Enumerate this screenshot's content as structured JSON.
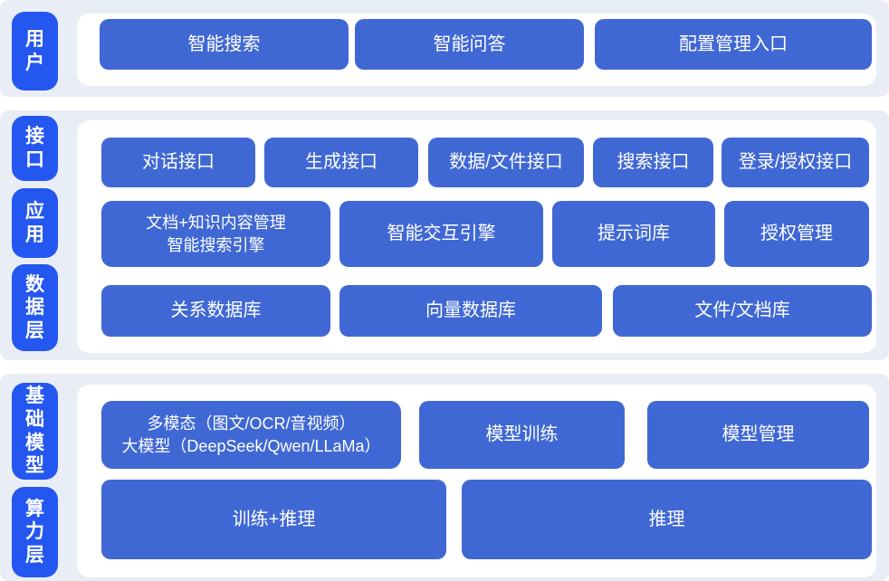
{
  "colors": {
    "section_band": "#e9edf5",
    "panel_white": "#ffffff",
    "node_blue": "#4068d4",
    "layer_label_blue": "#2457f0",
    "text_white": "#ffffff"
  },
  "layers": {
    "user": {
      "label": "用户",
      "nodes": {
        "smart_search": "智能搜索",
        "smart_qa": "智能问答",
        "config_entry": "配置管理入口"
      }
    },
    "interface": {
      "label": "接口",
      "nodes": {
        "dialog_api": "对话接口",
        "generate_api": "生成接口",
        "data_file_api": "数据/文件接口",
        "search_api": "搜索接口",
        "login_auth_api": "登录/授权接口"
      }
    },
    "application": {
      "label": "应用",
      "nodes": {
        "doc_knowledge": {
          "line1": "文档+知识内容管理",
          "line2": "智能搜索引擎"
        },
        "interaction_engine": "智能交互引擎",
        "prompt_library": "提示词库",
        "auth_management": "授权管理"
      }
    },
    "data_layer": {
      "label": "数据层",
      "nodes": {
        "relational_db": "关系数据库",
        "vector_db": "向量数据库",
        "file_doc_store": "文件/文档库"
      }
    },
    "foundation_model": {
      "label": "基础模型",
      "nodes": {
        "multimodal_llm": {
          "line1": "多模态（图文/OCR/音视频）",
          "line2": "大模型（DeepSeek/Qwen/LLaMa）"
        },
        "model_training": "模型训练",
        "model_management": "模型管理"
      }
    },
    "compute_layer": {
      "label": "算力层",
      "nodes": {
        "train_infer": "训练+推理",
        "infer": "推理"
      }
    }
  }
}
